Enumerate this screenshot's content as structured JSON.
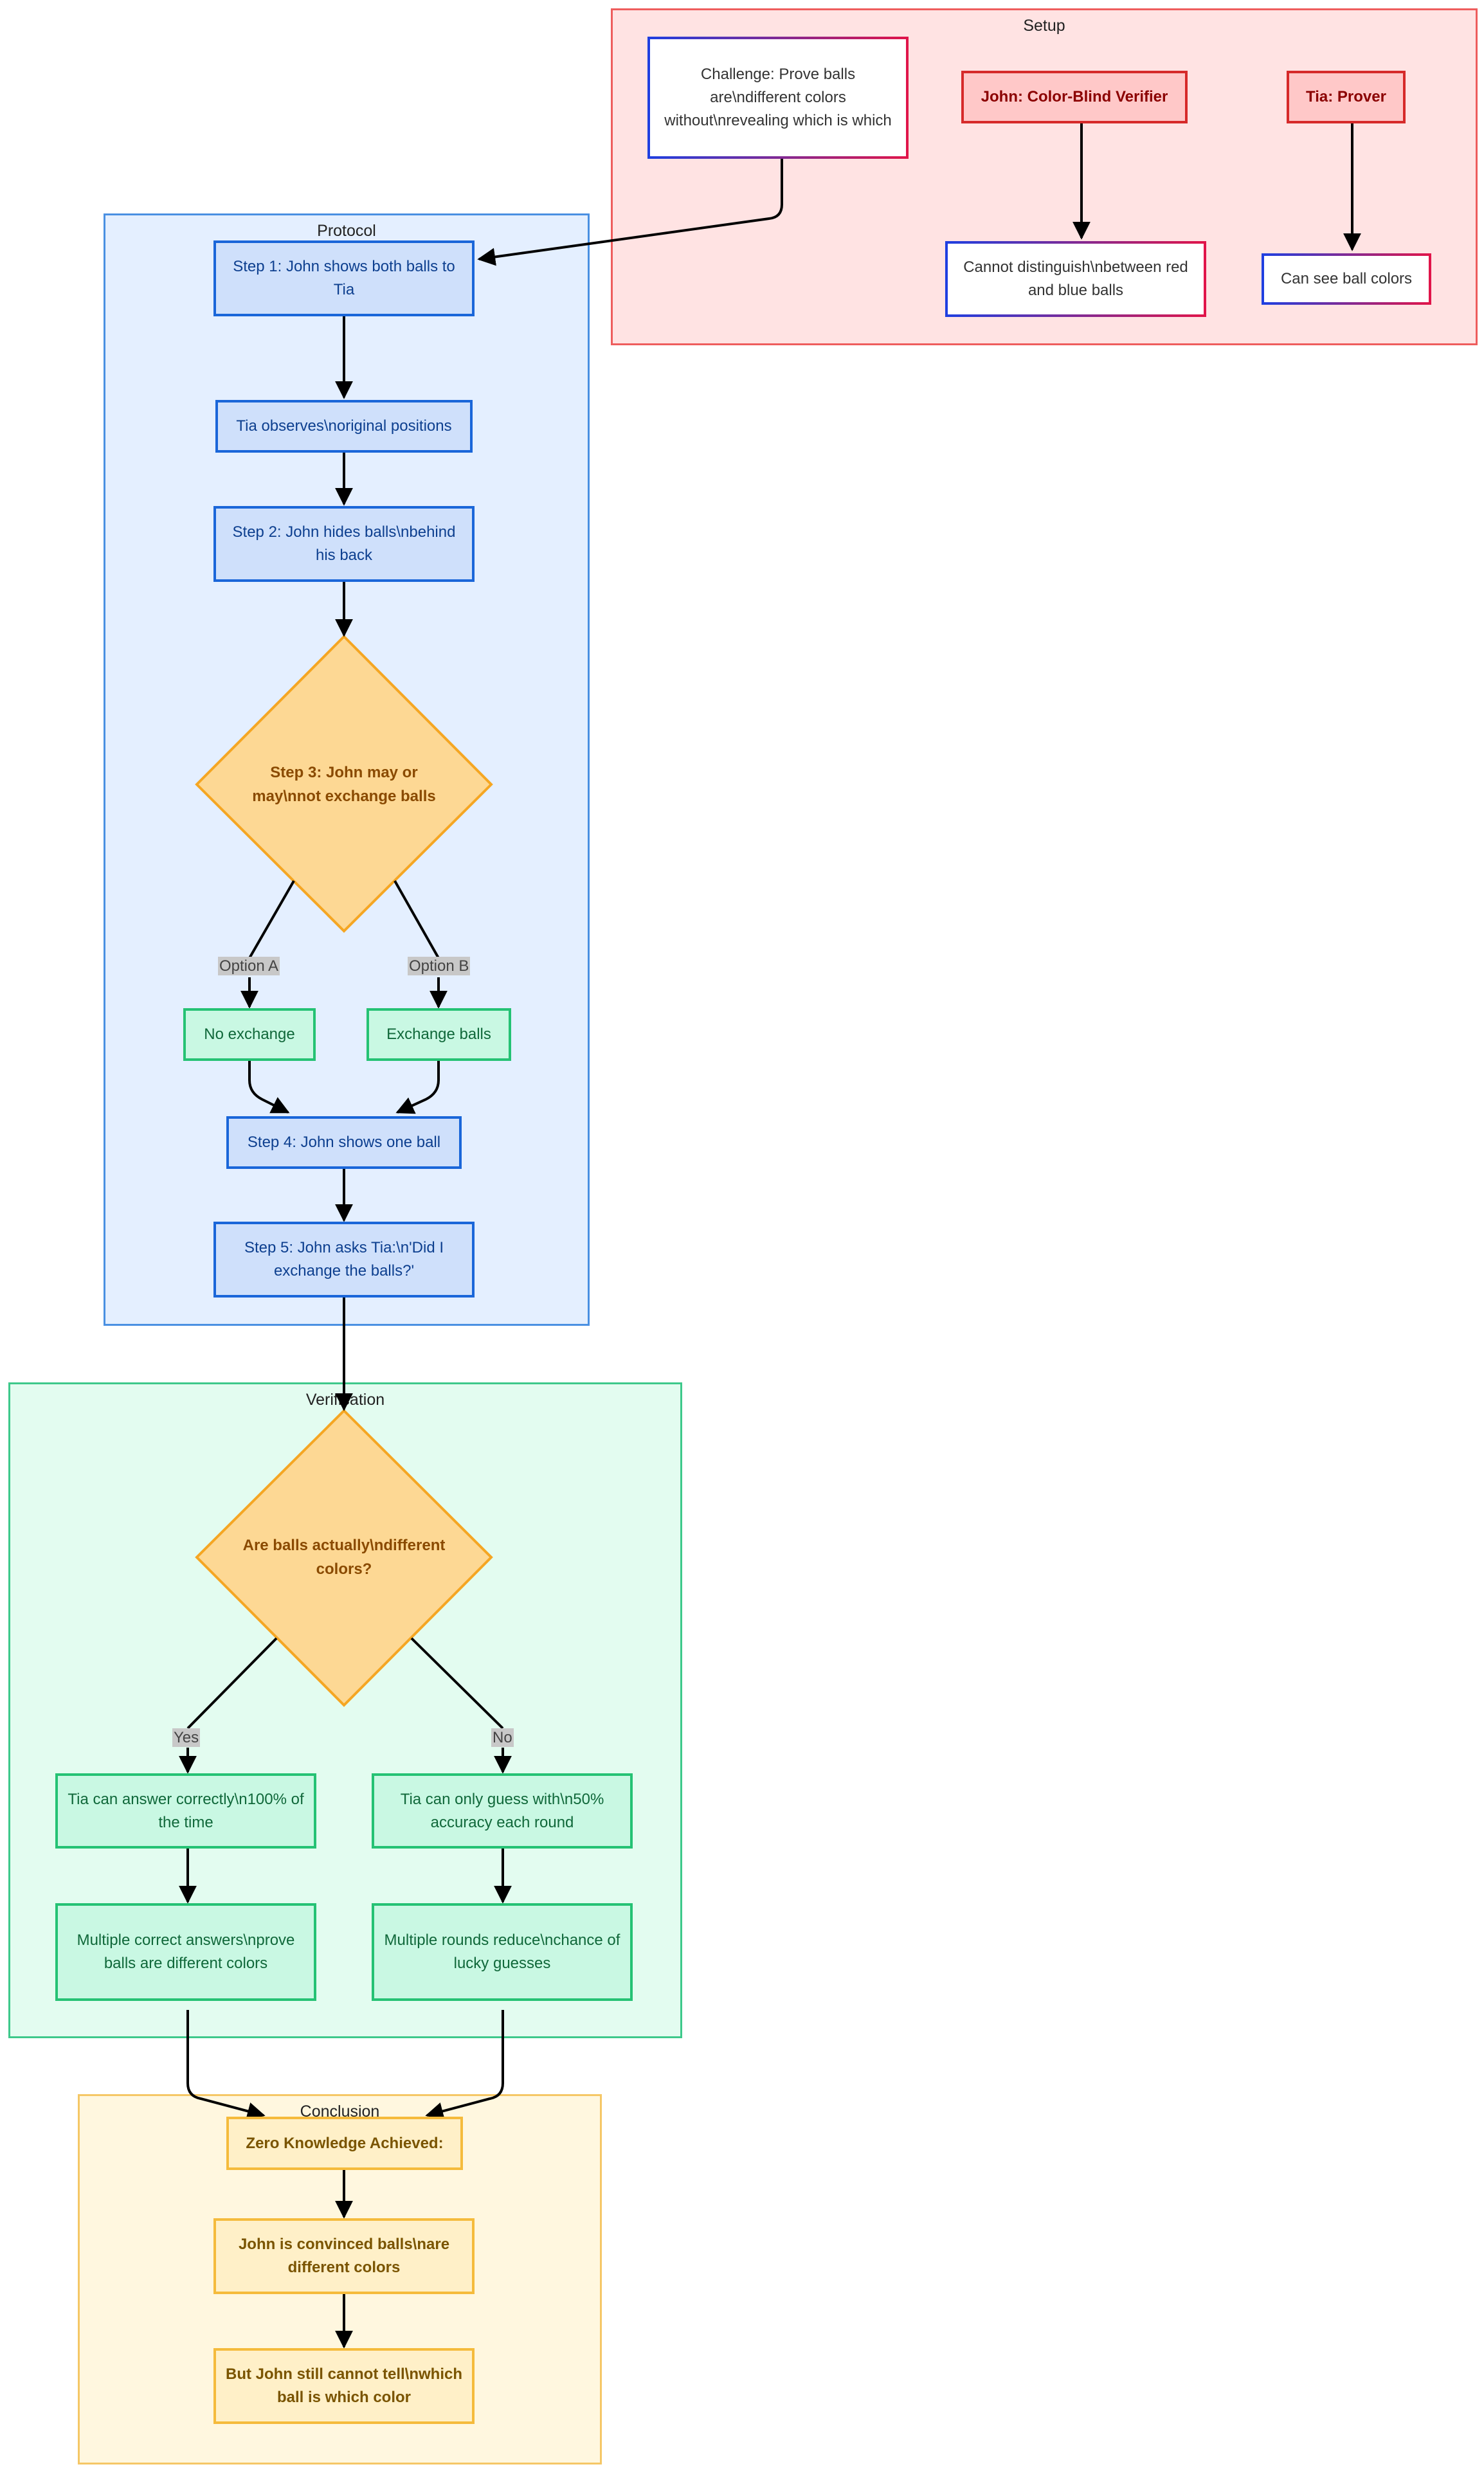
{
  "clusters": {
    "setup": "Setup",
    "protocol": "Protocol",
    "verification": "Verification",
    "conclusion": "Conclusion"
  },
  "nodes": {
    "challenge": "Challenge: Prove balls are\\ndifferent colors without\\nrevealing which is which",
    "john_verifier": "John: Color-Blind Verifier",
    "tia_prover": "Tia: Prover",
    "cannot_distinguish": "Cannot distinguish\\nbetween red and blue balls",
    "can_see": "Can see ball colors",
    "step1": "Step 1: John shows both balls to Tia",
    "tia_observes": "Tia observes\\noriginal positions",
    "step2": "Step 2: John hides balls\\nbehind his back",
    "step3": "Step 3: John may or may\\nnot exchange balls",
    "no_exchange": "No exchange",
    "exchange_balls": "Exchange balls",
    "step4": "Step 4: John shows one ball",
    "step5": "Step 5: John asks Tia:\\n'Did I exchange the balls?'",
    "decision": "Are balls actually\\ndifferent colors?",
    "tia_correct": "Tia can answer correctly\\n100% of the time",
    "tia_guess": "Tia can only guess with\\n50% accuracy each round",
    "multi_correct": "Multiple correct answers\\nprove balls are different colors",
    "multi_rounds": "Multiple rounds reduce\\nchance of lucky guesses",
    "zk_achieved": "Zero Knowledge Achieved:",
    "convinced": "John is convinced balls\\nare different colors",
    "still_cannot": "But John still cannot tell\\nwhich ball is which color"
  },
  "edge_labels": {
    "option_a": "Option A",
    "option_b": "Option B",
    "yes": "Yes",
    "no": "No"
  },
  "colors": {
    "setup_fill": "#ffe3e3",
    "setup_border": "#ee5d5d",
    "protocol_fill": "#e4efff",
    "protocol_border": "#4a90e2",
    "verification_fill": "#e3fcf0",
    "verification_border": "#3ec98b",
    "conclusion_fill": "#fff7df",
    "conclusion_border": "#f5c766",
    "diamond_fill": "#fdd894",
    "diamond_border": "#f5a623"
  }
}
